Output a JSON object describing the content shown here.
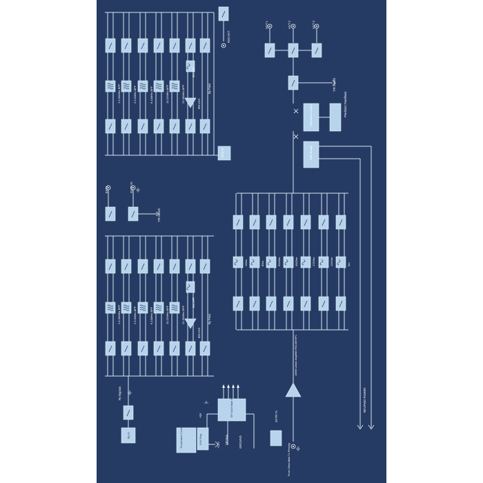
{
  "colors": {
    "page": "#ffffff",
    "panel": "#253b63",
    "box": "#b7d4ec",
    "box_stroke": "#e8f3fb",
    "line": "#d7e6f4",
    "text": "#ffffff"
  },
  "labels": {
    "rx2_ant": "RX2 ANT",
    "rx2_in": "RX2 IN",
    "gm_lpf": "6M LPF",
    "by_pass": "By Pass",
    "gm_lna": "6M LNA",
    "ant1": "ANT 1",
    "ant2": "ANT 2",
    "ant3": "ANT 3",
    "tr_switch": "T/R Switch",
    "directional_coupler": "Directional Coupler",
    "predistort_feedback": "Predistort Feedback",
    "swr_bridge": "SWR Bridge",
    "ext1": "EXT1",
    "xvtr_in": "XVTR IN",
    "rx_bypass": "Rx Bypass",
    "rx_in": "Rx In",
    "temp_sensor": "Temperature Controlled Fan",
    "ldo_reg": "0.6V Reg",
    "spi_block": "SPI Solid State Select and Relay Control",
    "spi_bus": "SPI Bus",
    "plus5v": "+5V",
    "plus13v": "+13V",
    "ground": "GROUND",
    "pa_label": "100W Linear Amplifier RD100HHF1",
    "xvtr_tx": "XVTR Tx",
    "from_orion": "From Orion Main Tx Preamp",
    "rev_fwd": "REV/FWD POWER"
  },
  "upper_filters": [
    "1.5-30MHz BPF",
    "2.5-6MHz BPF",
    "6-10MHz BPF",
    "10-22MHz BPF",
    "22-30MHz BPF"
  ],
  "lower_filters": [
    "1.5-30MHz BPF",
    "2.5-6MHz BPF",
    "6-10MHz BPF",
    "10-22MHz BPF",
    "22-30MHz BPF"
  ],
  "lpf_bands": [
    "160m",
    "80m",
    "60/40m",
    "30/20m",
    "17/15m",
    "12/10m",
    "6m"
  ]
}
